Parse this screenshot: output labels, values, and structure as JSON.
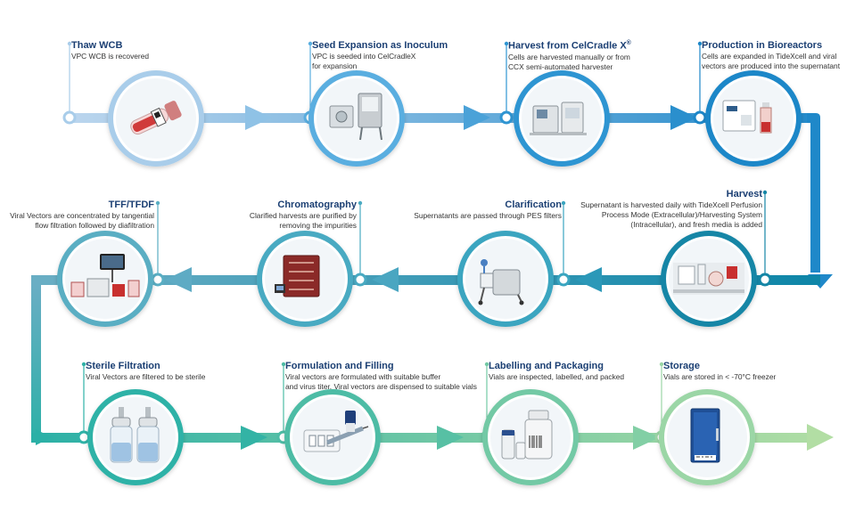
{
  "colors": {
    "title": "#1b3f73",
    "text": "#333333",
    "row1_start": "#bcd6ee",
    "row1_end": "#1f88c9",
    "row2_start": "#69aec4",
    "row2_end": "#0f86a8",
    "row3_start": "#2bb0a6",
    "row3_end": "#b2dea4"
  },
  "steps": [
    {
      "id": "thaw",
      "title": "Thaw WCB",
      "desc": [
        "VPC WCB is recovered"
      ],
      "icon": "cryovial-icon"
    },
    {
      "id": "seed",
      "title": "Seed Expansion as Inoculum",
      "desc": [
        "VPC is seeded into CelCradleX",
        "for expansion"
      ],
      "icon": "incubator-icon"
    },
    {
      "id": "harvest-celcradle",
      "title": "Harvest from CelCradle X",
      "title_sup": "®",
      "desc": [
        "Cells are harvested manually or from",
        "CCX semi-automated harvester"
      ],
      "icon": "harvester-icon"
    },
    {
      "id": "production",
      "title": "Production in Bioreactors",
      "desc": [
        "Cells are expanded in TideXcell and viral",
        "vectors are produced into the supernatant"
      ],
      "icon": "bioreactor-icon"
    },
    {
      "id": "harvest",
      "title": "Harvest",
      "desc": [
        "Supernatant is harvested daily with TideXcell Perfusion",
        "Process Mode (Extracellular)/Harvesting System",
        "(Intracellular), and fresh media is added"
      ],
      "icon": "perfusion-system-icon"
    },
    {
      "id": "clarification",
      "title": "Clarification",
      "desc": [
        "Supernatants are passed through PES filters"
      ],
      "icon": "filter-cart-icon"
    },
    {
      "id": "chromatography",
      "title": "Chromatography",
      "desc": [
        "Clarified harvests are purified by",
        "removing the impurities"
      ],
      "icon": "chromatography-icon"
    },
    {
      "id": "tff",
      "title": "TFF/TFDF",
      "desc": [
        "Viral Vectors are concentrated by tangential",
        "flow filtration followed by diafiltration"
      ],
      "icon": "tff-system-icon"
    },
    {
      "id": "sterile",
      "title": "Sterile Filtration",
      "desc": [
        "Viral Vectors are filtered to be sterile"
      ],
      "icon": "filter-bottles-icon"
    },
    {
      "id": "formulation",
      "title": "Formulation and Filling",
      "desc": [
        "Viral vectors are formulated with suitable buffer",
        "and virus titer. Viral vectors are dispensed to suitable vials"
      ],
      "icon": "syringe-vials-icon"
    },
    {
      "id": "labelling",
      "title": "Labelling and Packaging",
      "desc": [
        "Vials are inspected, labelled, and packed"
      ],
      "icon": "packaged-vials-icon"
    },
    {
      "id": "storage",
      "title": "Storage",
      "desc": [
        "Vials are stored in < -70°C freezer"
      ],
      "icon": "freezer-icon"
    }
  ]
}
